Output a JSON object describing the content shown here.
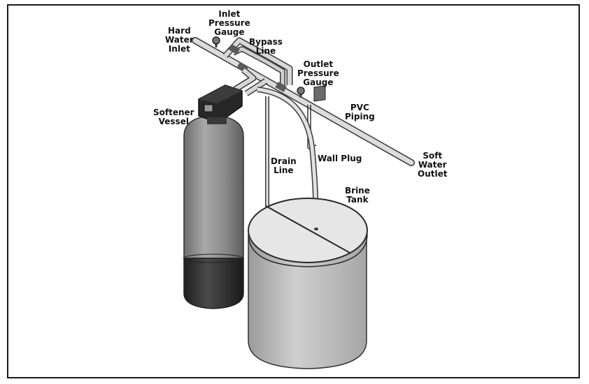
{
  "labels": {
    "hard_water_inlet": [
      "Hard",
      "Water",
      "Inlet"
    ],
    "inlet_pressure_gauge": [
      "Inlet",
      "Pressure",
      "Gauge"
    ],
    "bypass_line": [
      "Bypass",
      "Line"
    ],
    "outlet_pressure_gauge": [
      "Outlet",
      "Pressure",
      "Gauge"
    ],
    "pvc_piping": [
      "PVC",
      "Piping"
    ],
    "softener_vessel": [
      "Softener",
      "Vessel"
    ],
    "wall_plug": [
      "Wall Plug"
    ],
    "drain_line": [
      "Drain",
      "Line"
    ],
    "soft_water_outlet": [
      "Soft",
      "Water",
      "Outlet"
    ],
    "brine_tank": [
      "Brine",
      "Tank"
    ]
  },
  "colors": {
    "pipe": "#d4d4d4",
    "pipe_edge": "#4a4a4a",
    "vessel": "#8f8f8f",
    "vessel_base": "#2e2e2e",
    "valve_head": "#262626",
    "tank": "#bdbdbd",
    "tank_lid": "#e4e4e4"
  }
}
